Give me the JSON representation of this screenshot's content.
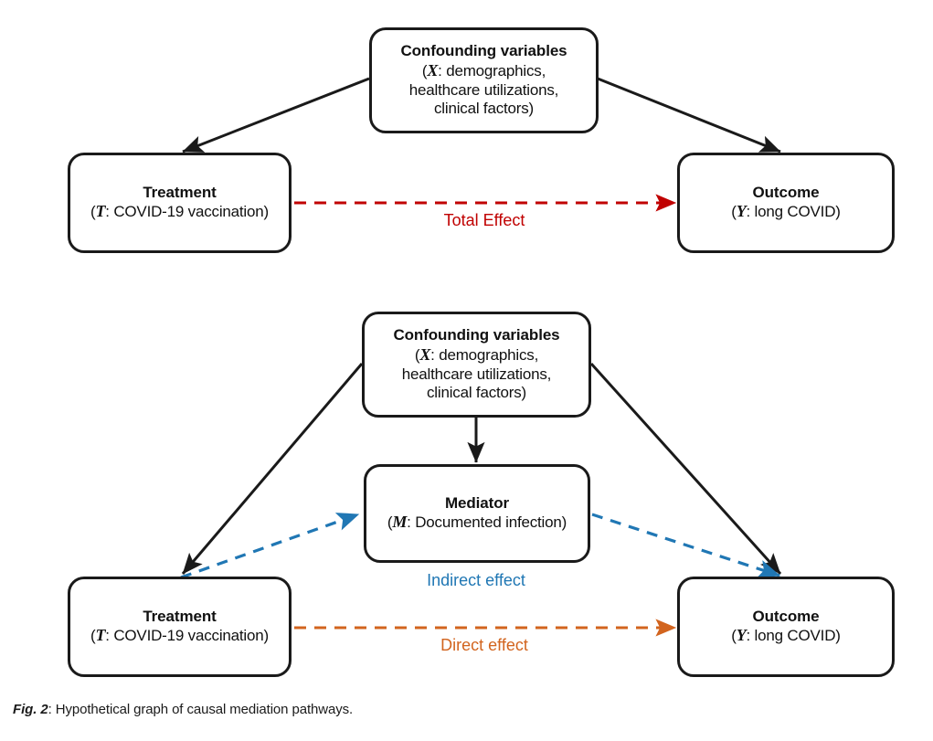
{
  "figure": {
    "caption_label": "Fig. 2",
    "caption_sep": ":",
    "caption_text": " Hypothetical graph of causal mediation pathways."
  },
  "colors": {
    "node_border": "#1a1a1a",
    "arrow_black": "#1a1a1a",
    "total_effect": "#C00000",
    "indirect_effect": "#2077B4",
    "direct_effect": "#D2641E"
  },
  "panel_top": {
    "confounding": {
      "title": "Confounding variables",
      "line2_open": "(",
      "line2_var": "X",
      "line2_rest": ": demographics,",
      "line3": "healthcare utilizations,",
      "line4": "clinical factors)"
    },
    "treatment": {
      "title": "Treatment",
      "sub_open": "(",
      "sub_var": "T",
      "sub_rest": ": COVID-19 vaccination)"
    },
    "outcome": {
      "title": "Outcome",
      "sub_open": "(",
      "sub_var": "Y",
      "sub_rest": ": long COVID)"
    },
    "edge_label": "Total Effect"
  },
  "panel_bottom": {
    "confounding": {
      "title": "Confounding variables",
      "line2_open": "(",
      "line2_var": "X",
      "line2_rest": ": demographics,",
      "line3": "healthcare utilizations,",
      "line4": "clinical factors)"
    },
    "mediator": {
      "title": "Mediator",
      "sub_open": "(",
      "sub_var": "M",
      "sub_rest": ": Documented infection)"
    },
    "treatment": {
      "title": "Treatment",
      "sub_open": "(",
      "sub_var": "T",
      "sub_rest": ": COVID-19 vaccination)"
    },
    "outcome": {
      "title": "Outcome",
      "sub_open": "(",
      "sub_var": "Y",
      "sub_rest": ": long COVID)"
    },
    "indirect_label": "Indirect effect",
    "direct_label": "Direct effect"
  }
}
